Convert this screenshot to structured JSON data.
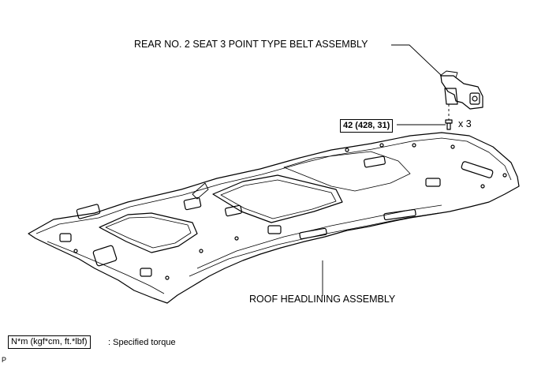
{
  "callouts": {
    "belt_assembly": "REAR NO. 2 SEAT 3 POINT TYPE BELT ASSEMBLY",
    "torque_value": "42 (428, 31)",
    "quantity": "x 3",
    "headlining_assembly": "ROOF HEADLINING ASSEMBLY"
  },
  "legend": {
    "unit_box": "N*m (kgf*cm, ft.*lbf)",
    "unit_desc": ": Specified torque"
  },
  "corner_mark": "P"
}
